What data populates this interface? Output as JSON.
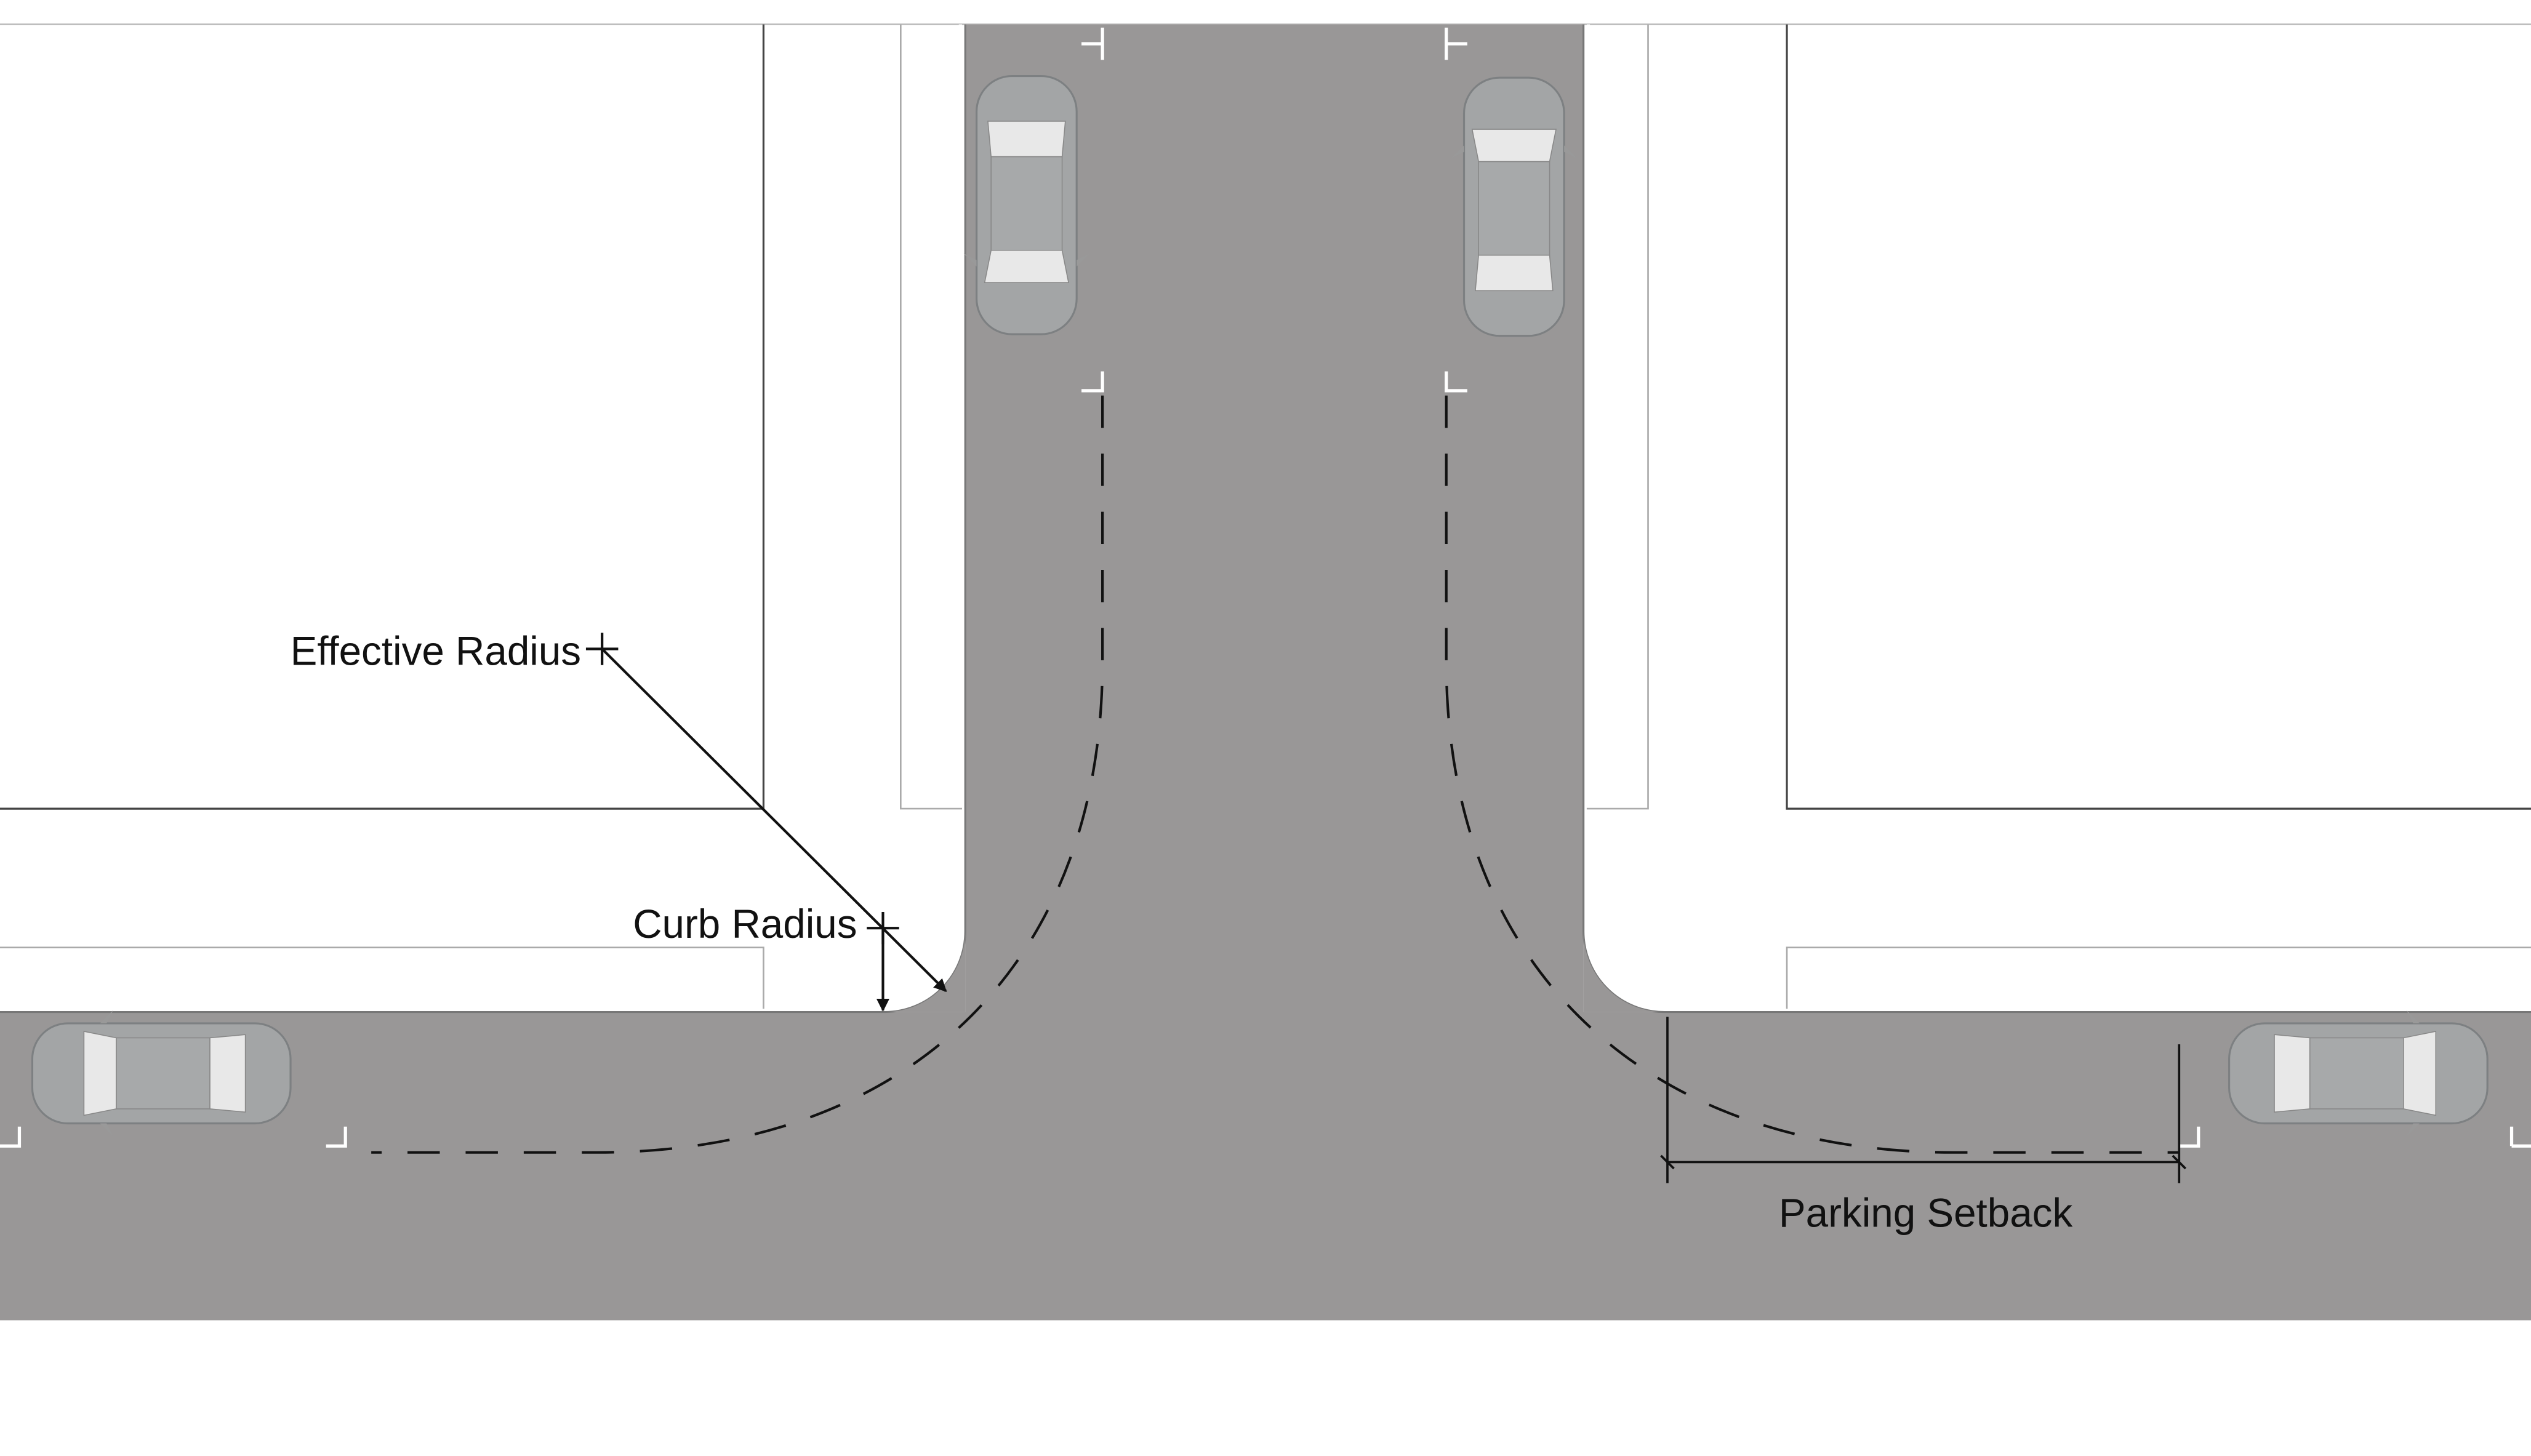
{
  "diagram": {
    "labels": {
      "effective_radius": "Effective Radius",
      "curb_radius": "Curb Radius",
      "parking_setback": "Parking Setback"
    },
    "colors": {
      "road": "#999797",
      "car_body": "#a3a5a6",
      "car_glass": "#e6e6e6",
      "line": "#555555",
      "annotation": "#111111"
    }
  }
}
